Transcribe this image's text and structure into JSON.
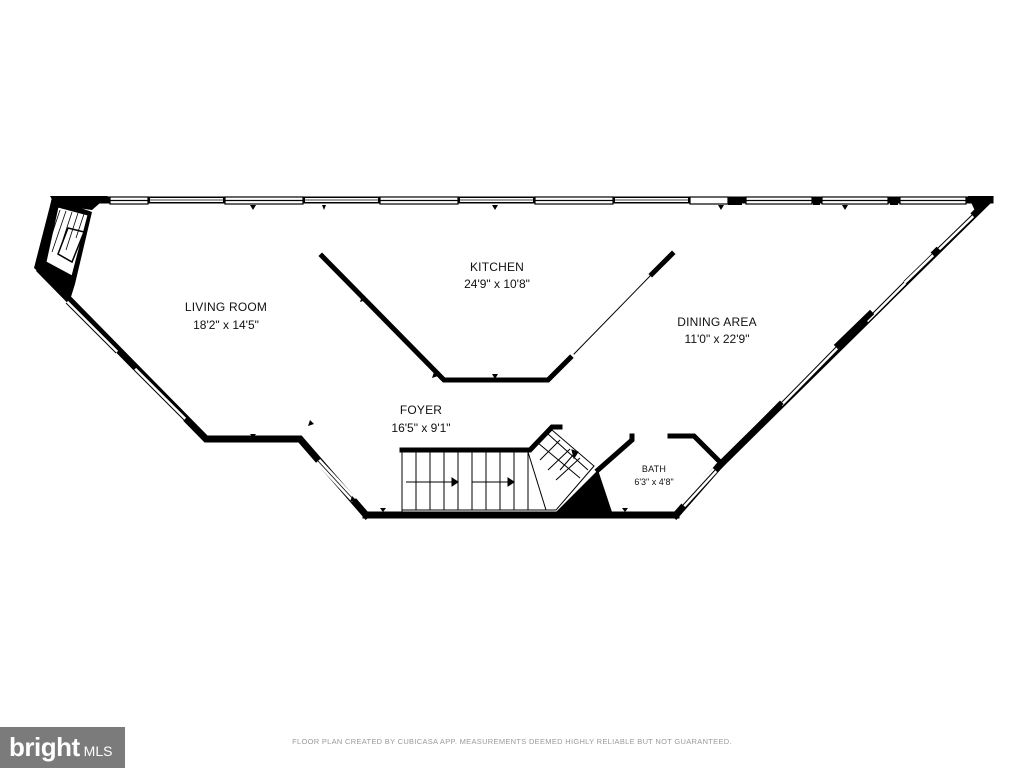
{
  "rooms": {
    "living": {
      "name": "LIVING ROOM",
      "dims": "18'2\" x 14'5\""
    },
    "kitchen": {
      "name": "KITCHEN",
      "dims": "24'9\" x 10'8\""
    },
    "dining": {
      "name": "DINING AREA",
      "dims": "11'0\" x 22'9\""
    },
    "foyer": {
      "name": "FOYER",
      "dims": "16'5\" x 9'1\""
    },
    "bath": {
      "name": "BATH",
      "dims": "6'3\" x 4'8\""
    }
  },
  "footer": {
    "text": "FLOOR PLAN CREATED BY CUBICASA APP. MEASUREMENTS DEEMED HIGHLY RELIABLE BUT NOT GUARANTEED."
  },
  "watermark": {
    "brand": "bright",
    "suffix": "MLS"
  },
  "icons": [
    "fireplace-icon",
    "staircase-icon",
    "door-swing-icon"
  ],
  "colors": {
    "wall": "#000000",
    "window": "#ffffff",
    "logo_bg": "#7b7b7b",
    "footer_text": "#9a9a9a"
  }
}
